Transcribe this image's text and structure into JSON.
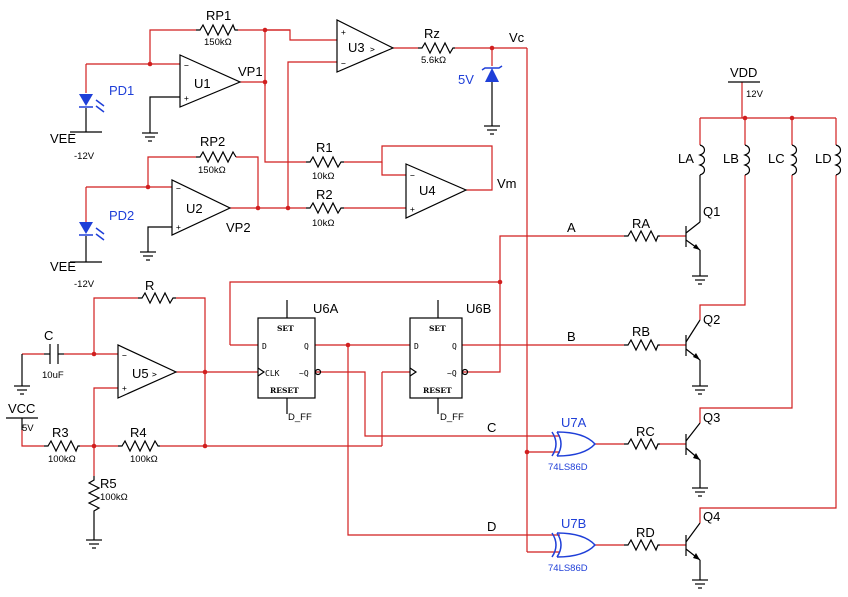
{
  "labels": {
    "rp1": "RP1",
    "rp1_val": "150kΩ",
    "u1": "U1",
    "vp1": "VP1",
    "u3": "U3",
    "rz": "Rz",
    "rz_val": "5.6kΩ",
    "vc": "Vc",
    "zener_v": "5V",
    "pd1": "PD1",
    "vee1": "VEE",
    "vee1_val": "-12V",
    "rp2": "RP2",
    "rp2_val": "150kΩ",
    "r1": "R1",
    "r1_val": "10kΩ",
    "r2": "R2",
    "r2_val": "10kΩ",
    "u4": "U4",
    "vm": "Vm",
    "u2": "U2",
    "vp2": "VP2",
    "pd2": "PD2",
    "vee2": "VEE",
    "vee2_val": "-12V",
    "vdd": "VDD",
    "vdd_val": "12V",
    "la": "LA",
    "lb": "LB",
    "lc": "LC",
    "ld": "LD",
    "q1": "Q1",
    "q2": "Q2",
    "q3": "Q3",
    "q4": "Q4",
    "ra": "RA",
    "rb": "RB",
    "rc": "RC",
    "rd": "RD",
    "sig_a": "A",
    "sig_b": "B",
    "sig_c": "C",
    "sig_d": "D",
    "r": "R",
    "c": "C",
    "c_val": "10uF",
    "u5": "U5",
    "vcc": "VCC",
    "vcc_val": "5V",
    "r3": "R3",
    "r3_val": "100kΩ",
    "r4": "R4",
    "r4_val": "100kΩ",
    "r5": "R5",
    "r5_val": "100kΩ",
    "u6a": "U6A",
    "u6b": "U6B",
    "dff1": "D_FF",
    "dff2": "D_FF",
    "u7a": "U7A",
    "u7a_part": "74LS86D",
    "u7b": "U7B",
    "u7b_part": "74LS86D",
    "pin_set": "SET",
    "pin_reset": "RESET",
    "pin_d": "D",
    "pin_q": "Q",
    "pin_nq": "~Q",
    "pin_clk": "CLK",
    "plus": "+",
    "minus": "−",
    "comp_sym": ">"
  },
  "colors": {
    "wire": "#d11f1f",
    "component": "#000000",
    "highlight": "#1f3fd8",
    "background": "#ffffff"
  }
}
